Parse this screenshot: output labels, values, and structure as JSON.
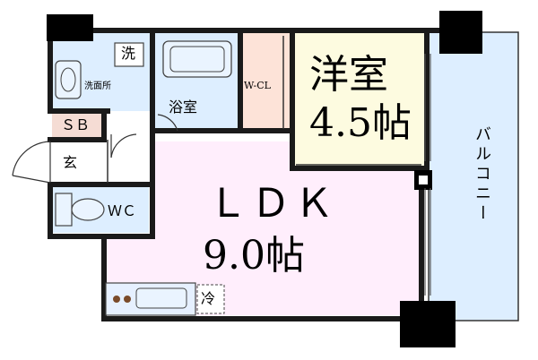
{
  "rooms": {
    "western_room": {
      "name": "洋室",
      "size": "4.5帖",
      "color": "#fdfbe0"
    },
    "ldk": {
      "name": "ＬＤＫ",
      "size": "9.0帖",
      "color": "#ffeefc"
    },
    "bathroom": {
      "name": "浴室",
      "color": "#ddeeff"
    },
    "washroom": {
      "name": "洗面所",
      "color": "#ddeeff"
    },
    "washer": {
      "name": "洗"
    },
    "closet": {
      "name": "W-CL",
      "color": "#fde3d8"
    },
    "shoe_box": {
      "name": "ＳＢ",
      "color": "#f5dcd4"
    },
    "entrance": {
      "name": "玄"
    },
    "toilet": {
      "name": "ＷＣ",
      "color": "#ddeeff"
    },
    "fridge": {
      "name": "冷"
    },
    "balcony": {
      "name": "バルコニー",
      "color": "#ddeeff"
    }
  },
  "colors": {
    "wall": "#1a1a1a",
    "pillar": "#000000"
  }
}
